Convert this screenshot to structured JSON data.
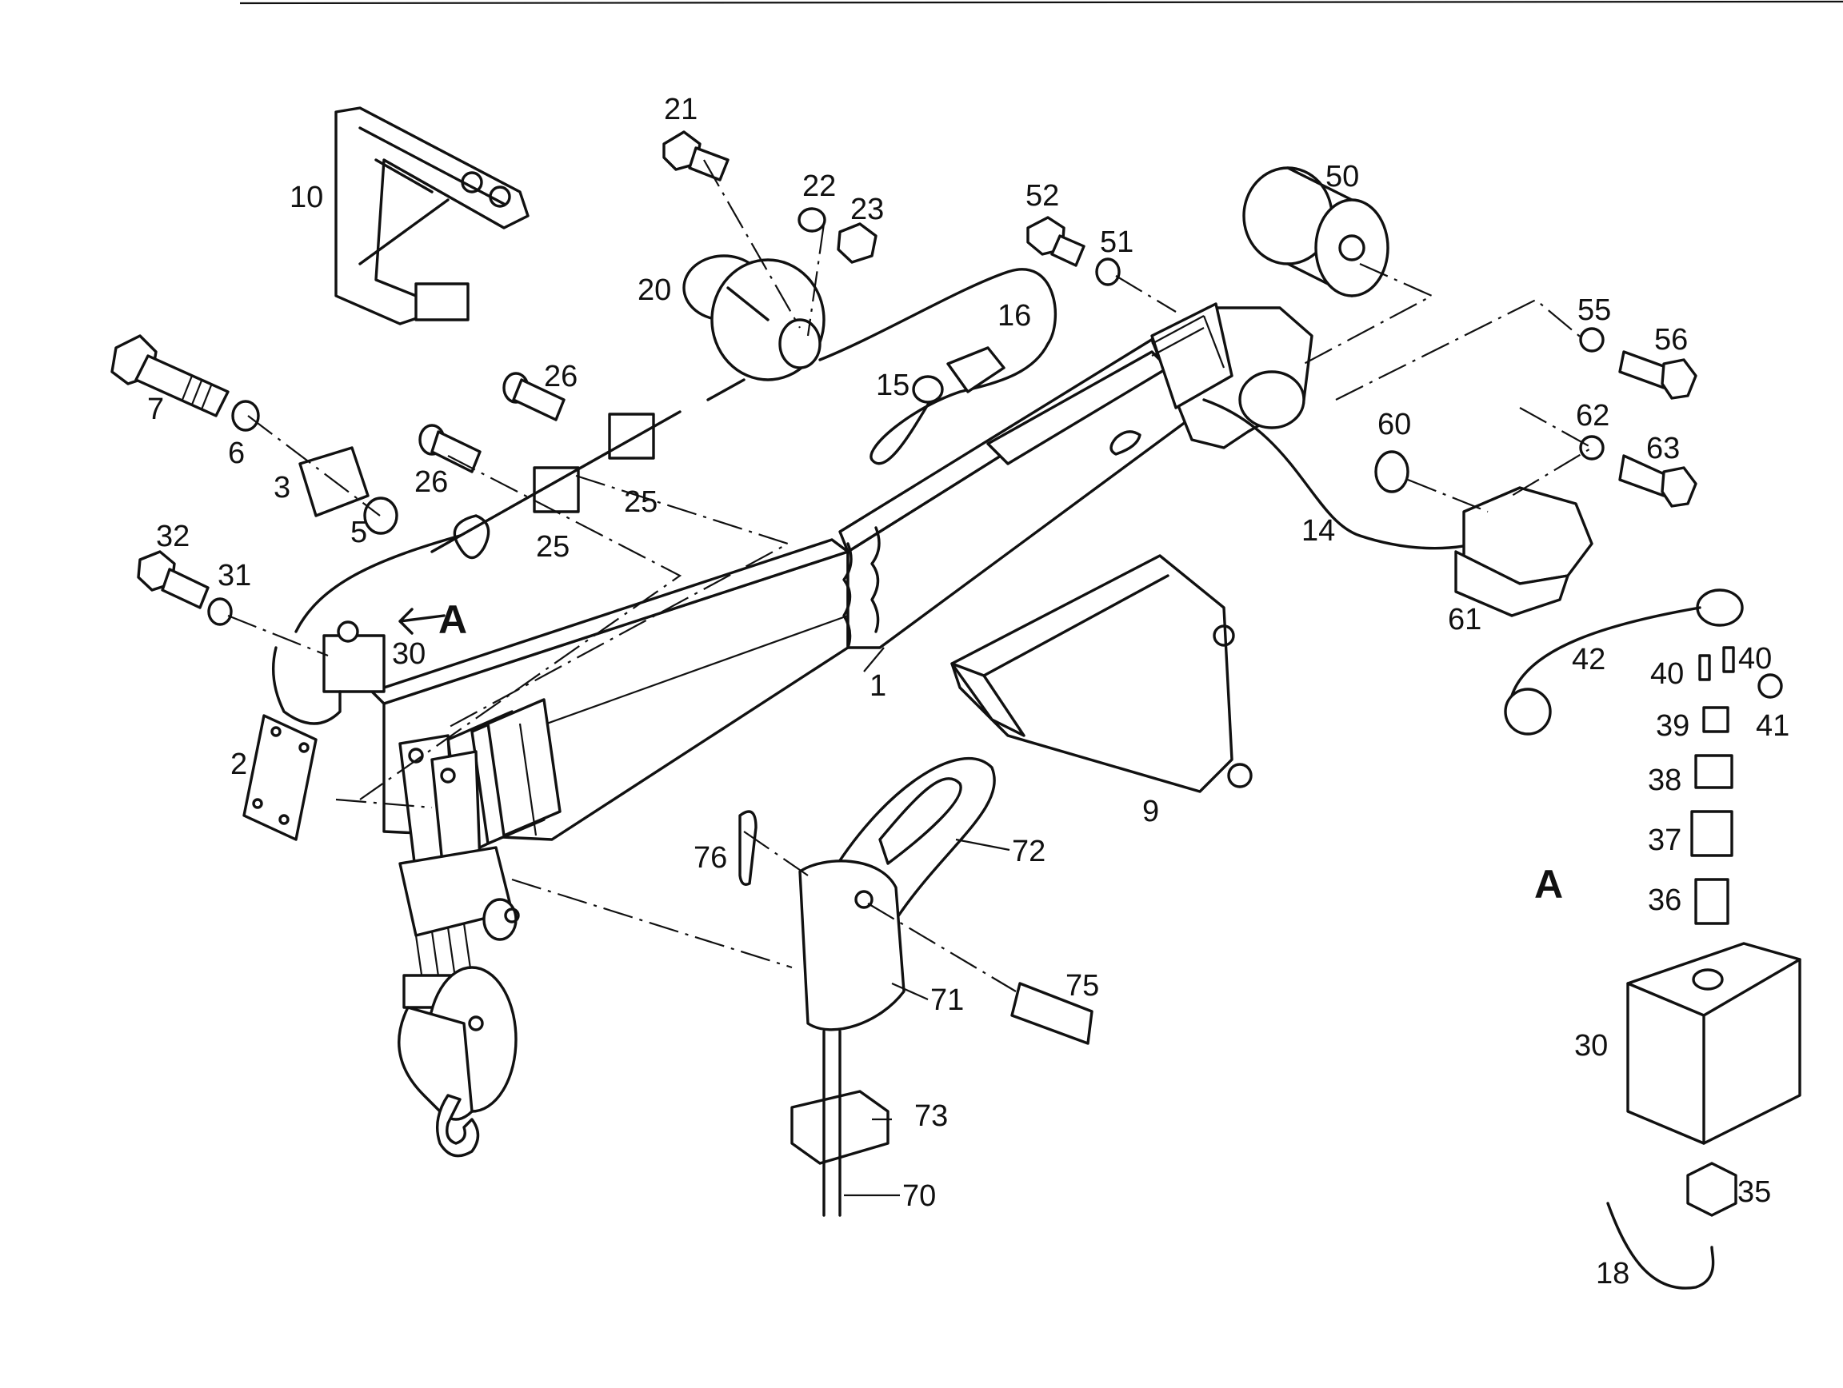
{
  "view_label": "A",
  "callouts": [
    {
      "id": "p1",
      "text": "1"
    },
    {
      "id": "p2",
      "text": "2"
    },
    {
      "id": "p3",
      "text": "3"
    },
    {
      "id": "p5",
      "text": "5"
    },
    {
      "id": "p6",
      "text": "6"
    },
    {
      "id": "p7",
      "text": "7"
    },
    {
      "id": "p9",
      "text": "9"
    },
    {
      "id": "p10",
      "text": "10"
    },
    {
      "id": "p14",
      "text": "14"
    },
    {
      "id": "p15",
      "text": "15"
    },
    {
      "id": "p16",
      "text": "16"
    },
    {
      "id": "p18",
      "text": "18"
    },
    {
      "id": "p20",
      "text": "20"
    },
    {
      "id": "p21",
      "text": "21"
    },
    {
      "id": "p22",
      "text": "22"
    },
    {
      "id": "p23",
      "text": "23"
    },
    {
      "id": "p25a",
      "text": "25"
    },
    {
      "id": "p25b",
      "text": "25"
    },
    {
      "id": "p26a",
      "text": "26"
    },
    {
      "id": "p26b",
      "text": "26"
    },
    {
      "id": "p30a",
      "text": "30"
    },
    {
      "id": "p30b",
      "text": "30"
    },
    {
      "id": "p31",
      "text": "31"
    },
    {
      "id": "p32",
      "text": "32"
    },
    {
      "id": "p35",
      "text": "35"
    },
    {
      "id": "p36",
      "text": "36"
    },
    {
      "id": "p37",
      "text": "37"
    },
    {
      "id": "p38",
      "text": "38"
    },
    {
      "id": "p39",
      "text": "39"
    },
    {
      "id": "p40a",
      "text": "40"
    },
    {
      "id": "p40b",
      "text": "40"
    },
    {
      "id": "p41",
      "text": "41"
    },
    {
      "id": "p42",
      "text": "42"
    },
    {
      "id": "p50",
      "text": "50"
    },
    {
      "id": "p51",
      "text": "51"
    },
    {
      "id": "p52",
      "text": "52"
    },
    {
      "id": "p55",
      "text": "55"
    },
    {
      "id": "p56",
      "text": "56"
    },
    {
      "id": "p60",
      "text": "60"
    },
    {
      "id": "p61",
      "text": "61"
    },
    {
      "id": "p62",
      "text": "62"
    },
    {
      "id": "p63",
      "text": "63"
    },
    {
      "id": "p70",
      "text": "70"
    },
    {
      "id": "p71",
      "text": "71"
    },
    {
      "id": "p72",
      "text": "72"
    },
    {
      "id": "p73",
      "text": "73"
    },
    {
      "id": "p75",
      "text": "75"
    },
    {
      "id": "p76",
      "text": "76"
    }
  ]
}
